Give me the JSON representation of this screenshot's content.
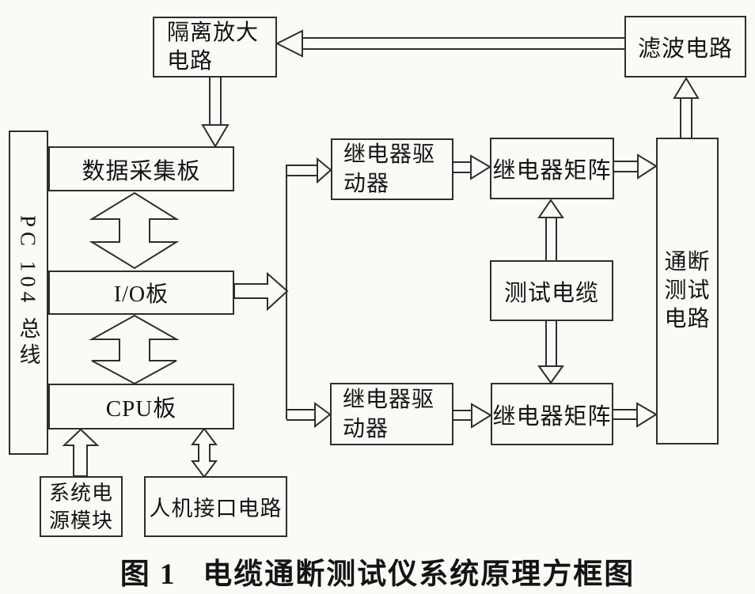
{
  "caption": "图 1   电缆通断测试仪系统原理方框图",
  "blocks": {
    "pc104_bus": "PC 104 总线",
    "isolation_amplifier": "隔离放大\n电路",
    "filter_circuit": "滤波电路",
    "data_acquisition_board": "数据采集板",
    "io_board": "I/O板",
    "cpu_board": "CPU板",
    "system_power_module": "系统电\n源模块",
    "hmi_interface": "人机接口电路",
    "relay_driver_top": "继电器驱\n动器",
    "relay_matrix_top": "继电器矩阵",
    "test_cable": "测试电缆",
    "relay_driver_bottom": "继电器驱\n动器",
    "relay_matrix_bottom": "继电器矩阵",
    "continuity_test_circuit": "通断\n测试\n电路"
  },
  "colors": {
    "line": "#2e2e2e",
    "text": "#141414",
    "background": "#fbfaf7"
  }
}
